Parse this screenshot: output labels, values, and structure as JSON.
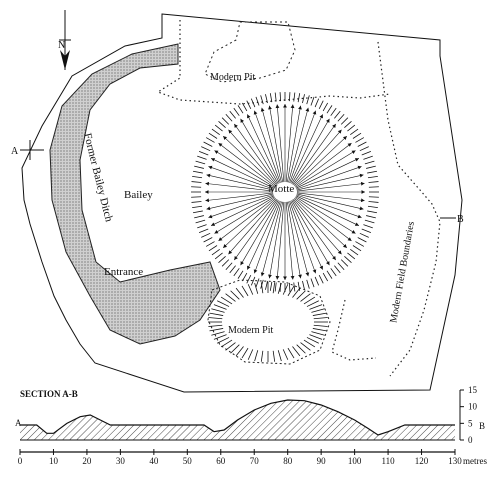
{
  "labels": {
    "north": "N",
    "modern_pit_top": "Modern Pit",
    "modern_pit_bottom": "Modern Pit",
    "motte": "Motte",
    "bailey": "Bailey",
    "entrance": "Entrance",
    "bailey_ditch": "Former Bailey Ditch",
    "field_boundaries": "Modern Field Boundaries",
    "point_a": "A",
    "point_b": "B"
  },
  "section": {
    "title": "SECTION A-B",
    "start_label": "A",
    "end_label": "B",
    "x_unit": "metres",
    "x_ticks": [
      "0",
      "10",
      "20",
      "30",
      "40",
      "50",
      "60",
      "70",
      "80",
      "90",
      "100",
      "110",
      "120",
      "130"
    ],
    "y_ticks": [
      "0",
      "5",
      "10",
      "15"
    ],
    "profile": [
      [
        0,
        4.5
      ],
      [
        5,
        4.5
      ],
      [
        8,
        2
      ],
      [
        10,
        2
      ],
      [
        14,
        5
      ],
      [
        18,
        7
      ],
      [
        21,
        7.5
      ],
      [
        24,
        6
      ],
      [
        27,
        4.5
      ],
      [
        40,
        4.5
      ],
      [
        55,
        4.5
      ],
      [
        58,
        2.5
      ],
      [
        61,
        3
      ],
      [
        65,
        6
      ],
      [
        70,
        9
      ],
      [
        75,
        11
      ],
      [
        80,
        12
      ],
      [
        85,
        11.8
      ],
      [
        90,
        10.5
      ],
      [
        95,
        8.5
      ],
      [
        100,
        6
      ],
      [
        104,
        3.5
      ],
      [
        107,
        1.5
      ],
      [
        110,
        2.5
      ],
      [
        115,
        4.5
      ],
      [
        125,
        4.5
      ],
      [
        130,
        4.5
      ]
    ],
    "y_max": 15
  }
}
